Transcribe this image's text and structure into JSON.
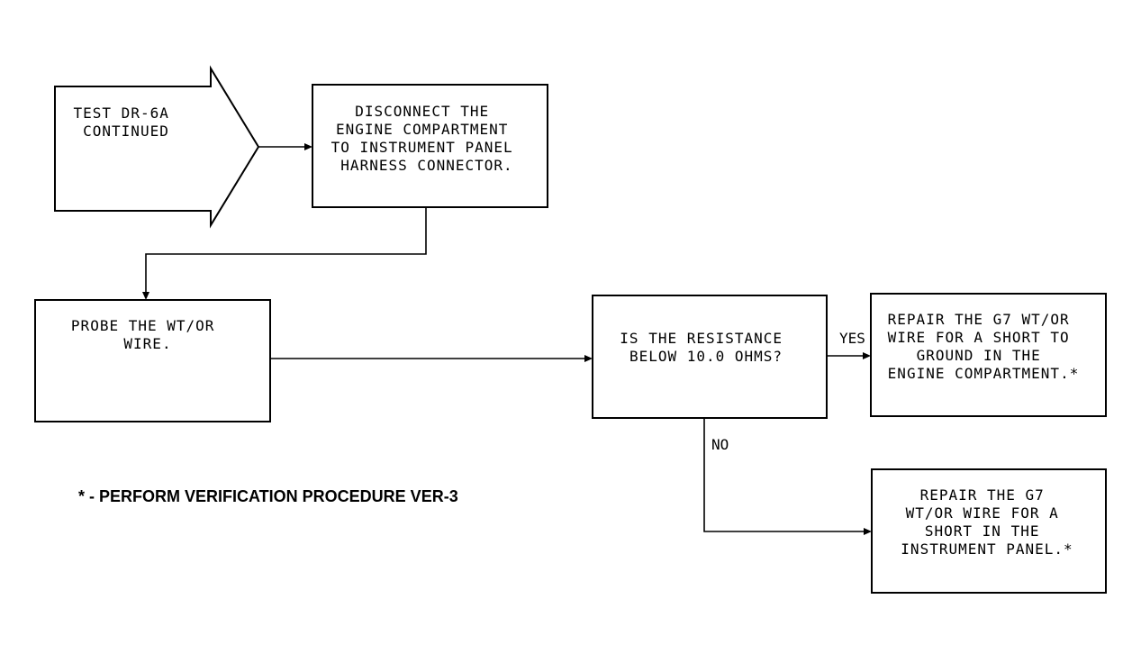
{
  "start": {
    "lines": [
      "TEST DR-6A",
      "CONTINUED"
    ]
  },
  "disconnect": {
    "lines": [
      "DISCONNECT THE",
      "ENGINE COMPARTMENT",
      "TO INSTRUMENT PANEL",
      "HARNESS CONNECTOR."
    ]
  },
  "probe": {
    "lines": [
      "PROBE THE WT/OR",
      "WIRE."
    ]
  },
  "question": {
    "lines": [
      "IS THE RESISTANCE",
      "BELOW 10.0 OHMS?"
    ]
  },
  "repair_engine": {
    "lines": [
      "REPAIR THE G7 WT/OR",
      "WIRE FOR A SHORT TO",
      "GROUND IN THE",
      "ENGINE COMPARTMENT.*"
    ]
  },
  "repair_panel": {
    "lines": [
      "REPAIR THE G7",
      "WT/OR WIRE FOR A",
      "SHORT IN THE",
      "INSTRUMENT PANEL.*"
    ]
  },
  "labels": {
    "yes": "YES",
    "no": "NO"
  },
  "footnote": "* - PERFORM VERIFICATION PROCEDURE VER-3"
}
